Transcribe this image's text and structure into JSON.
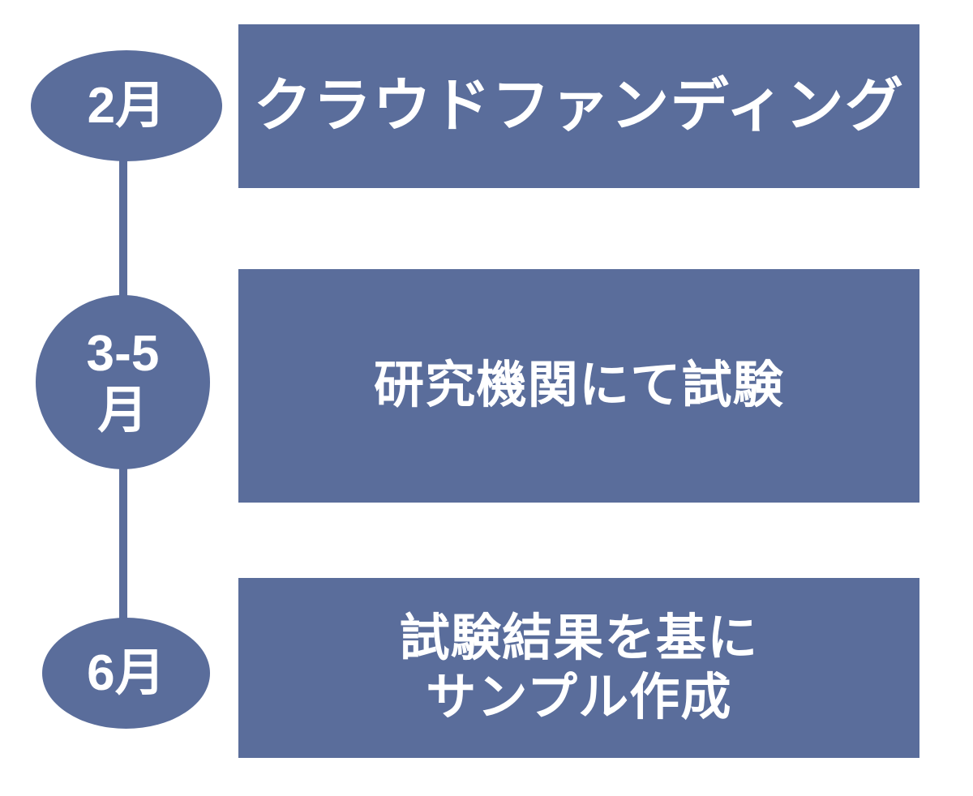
{
  "diagram": {
    "type": "vertical-timeline",
    "colors": {
      "accent": "#5A6D9B",
      "text_on_accent": "#FFFFFF",
      "background": "#FFFFFF"
    },
    "steps": [
      {
        "marker_label": "2月",
        "marker_shape": "ellipse",
        "phase_text": "クラウドファンディング",
        "phase_lines": [
          "クラウドファンディング"
        ]
      },
      {
        "marker_label": "3-5\n月",
        "marker_shape": "circle",
        "phase_text": "研究機関にて試験",
        "phase_lines": [
          "研究機関にて試験"
        ]
      },
      {
        "marker_label": "6月",
        "marker_shape": "ellipse",
        "phase_text": "試験結果を基に\nサンプル作成",
        "phase_lines": [
          "試験結果を基に",
          "サンプル作成"
        ]
      }
    ],
    "connectors": [
      {
        "from": "2月",
        "to": "3-5月"
      },
      {
        "from": "3-5月",
        "to": "6月"
      }
    ]
  }
}
